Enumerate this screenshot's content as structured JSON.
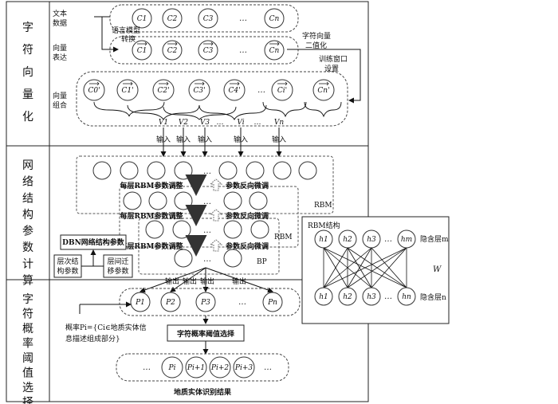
{
  "sections": {
    "s1": "字符向量化",
    "s2": "网络结构参数计算",
    "s3": "字符概率阈值选择"
  },
  "row_labels": {
    "text_data": [
      "文本",
      "数据"
    ],
    "vector_expr": [
      "向量",
      "表达"
    ],
    "vector_combo": [
      "向量",
      "组合"
    ]
  },
  "text_chars": [
    "C1",
    "C2",
    "C3",
    "…",
    "Cn"
  ],
  "vec_chars": [
    "C1",
    "C2",
    "C3",
    "…",
    "Cn"
  ],
  "combo_chars": [
    "C0'",
    "C1'",
    "C2'",
    "C3'",
    "C4'",
    "…",
    "Ci'",
    "Cn'"
  ],
  "window_vectors": [
    "V1",
    "V2",
    "V3",
    "…",
    "Vi",
    "…",
    "Vn"
  ],
  "annotations": {
    "lang_model": [
      "语言模型",
      "转换"
    ],
    "binarize": [
      "字符向量",
      "二值化"
    ],
    "train_window": [
      "训练窗口",
      "设置"
    ]
  },
  "input_label": "输入",
  "output_label": "输出",
  "dots": "…",
  "rbm_adjust": "每层RBM参数调整",
  "reverse_tune": "参数反向微调",
  "rbm_tag": "RBM",
  "bp_tag": "BP",
  "dbn_params": "DBN网络结构参数",
  "layer_struct": [
    "层次结",
    "构参数"
  ],
  "layer_transfer": [
    "层间迁",
    "移参数"
  ],
  "rbm_structure": {
    "title": "RBM结构",
    "hidden": [
      "h1",
      "h2",
      "h3",
      "…",
      "hm"
    ],
    "visible": [
      "h1",
      "h2",
      "h3",
      "…",
      "hn"
    ],
    "hidden_label": "隐含层m",
    "visible_label": "隐含层n",
    "weight": "W"
  },
  "prob_nodes": [
    "P1",
    "P2",
    "P3",
    "…",
    "Pn"
  ],
  "prob_formula": [
    "概率Pi={Ci∈地质实体信",
    "息描述组成部分}"
  ],
  "threshold_select": "字符概率阈值选择",
  "result_nodes": [
    "…",
    "Pi",
    "Pi+1",
    "Pi+2",
    "Pi+3",
    "…"
  ],
  "result_label": "地质实体识别结果"
}
